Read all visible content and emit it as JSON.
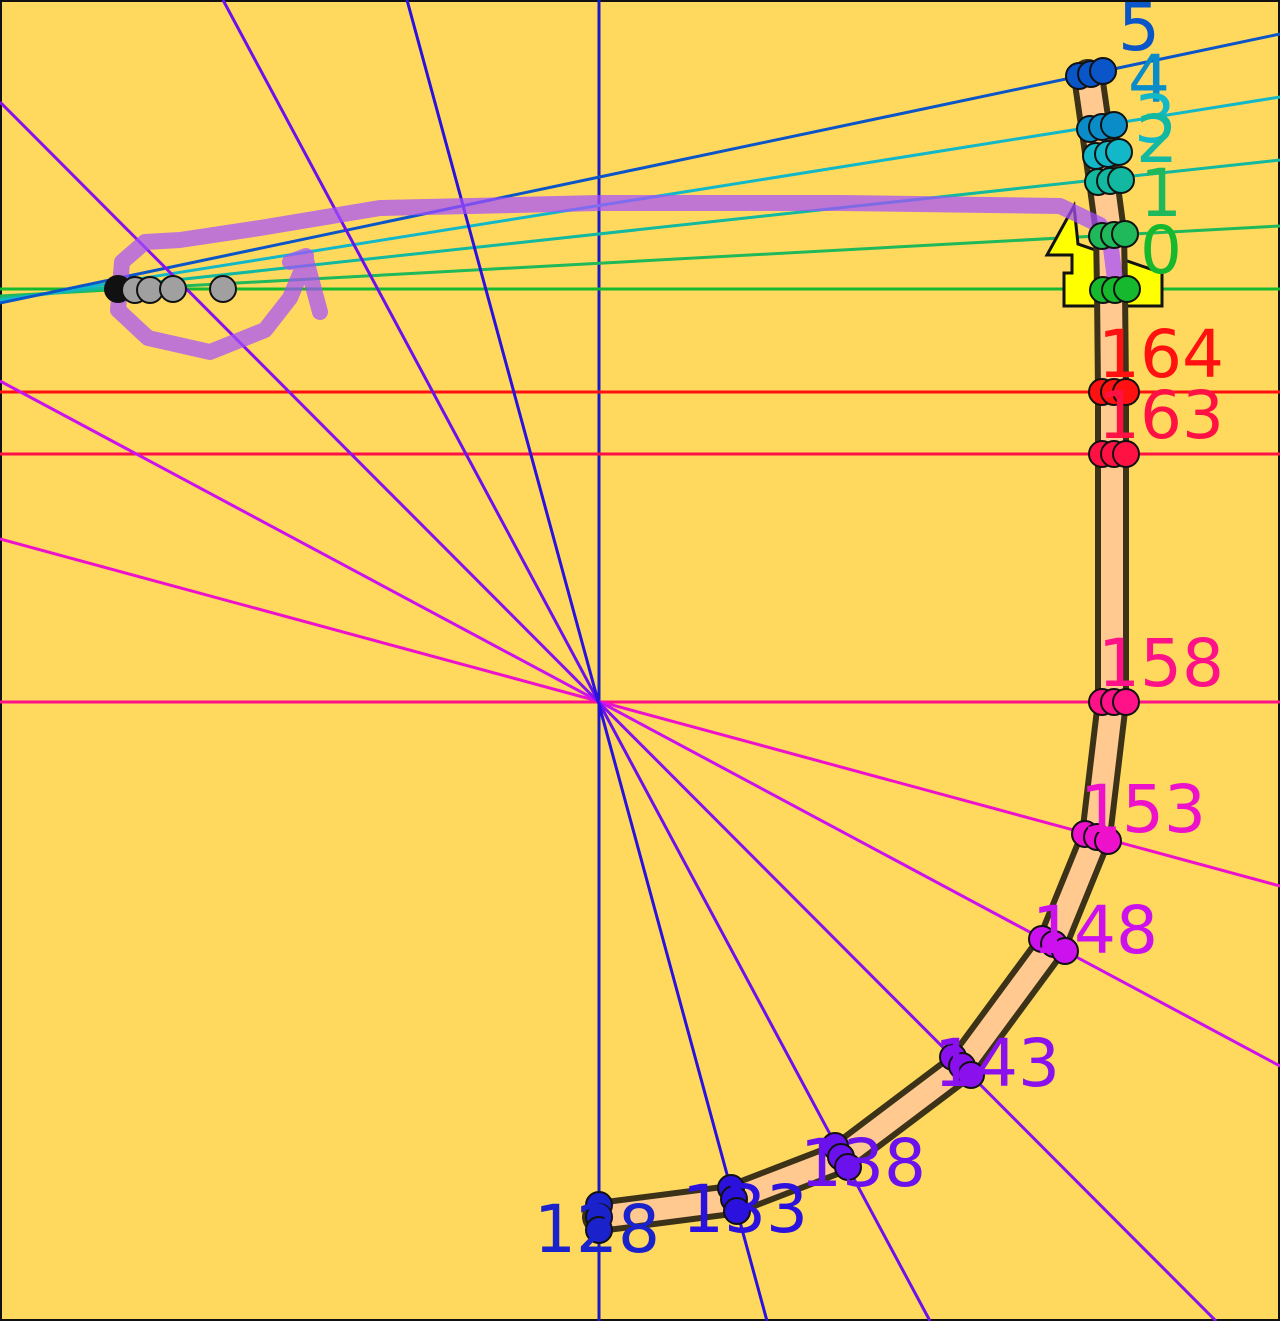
{
  "colors": {
    "background": "#ffd95e",
    "border": "#111111",
    "track_fill": "#ffc98f",
    "track_outline": "#3b3218",
    "marker_fill": "#ffff00",
    "gray_dots": "#a0a0a0",
    "annotation": "#a64dff",
    "vertical_axis": "#1a1ac8"
  },
  "diagram": {
    "labels": [
      {
        "text": "5",
        "color": "#0a55c8"
      },
      {
        "text": "4",
        "color": "#0a8cc8"
      },
      {
        "text": "3",
        "color": "#12b8c8"
      },
      {
        "text": "2",
        "color": "#12b8a0"
      },
      {
        "text": "1",
        "color": "#1fb85a"
      },
      {
        "text": "0",
        "color": "#16b82e"
      },
      {
        "text": "164",
        "color": "#ff1111"
      },
      {
        "text": "163",
        "color": "#ff1144"
      },
      {
        "text": "158",
        "color": "#ff1188"
      },
      {
        "text": "153",
        "color": "#ee11cc"
      },
      {
        "text": "148",
        "color": "#cc11ee"
      },
      {
        "text": "143",
        "color": "#8a11ee"
      },
      {
        "text": "138",
        "color": "#6a11ee"
      },
      {
        "text": "133",
        "color": "#2a11dd"
      },
      {
        "text": "128",
        "color": "#1a22cc"
      }
    ]
  }
}
